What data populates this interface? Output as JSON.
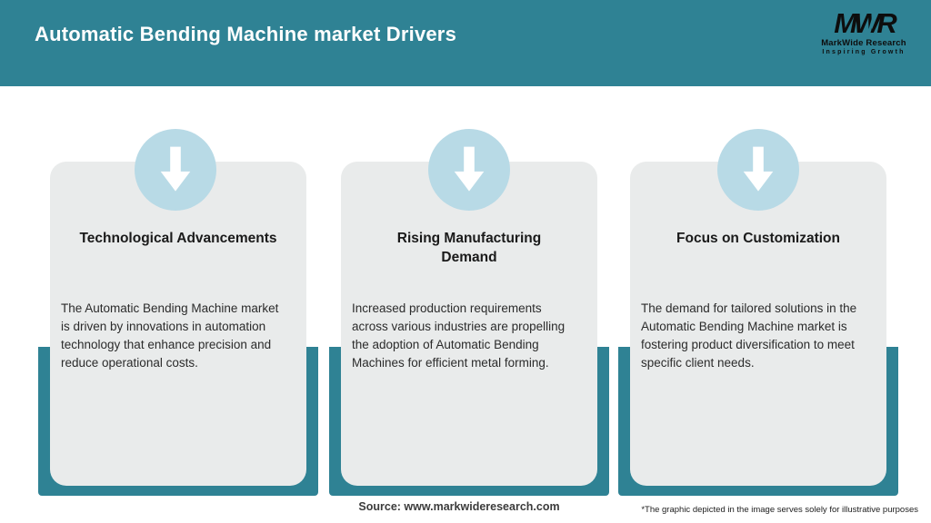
{
  "header": {
    "title": "Automatic Bending Machine market Drivers"
  },
  "logo": {
    "monogram": "MWR",
    "name": "MarkWide Research",
    "tagline": "Inspiring Growth"
  },
  "cards": [
    {
      "title": "Technological Advancements",
      "description": "The Automatic Bending Machine market is driven by innovations in automation technology that enhance precision and reduce operational costs.",
      "icon": "arrow-down-icon"
    },
    {
      "title": "Rising Manufacturing\nDemand",
      "description": "Increased production requirements across various industries are propelling the adoption of Automatic Bending Machines for efficient metal forming.",
      "icon": "arrow-down-icon"
    },
    {
      "title": "Focus on Customization",
      "description": "The demand for tailored solutions in the Automatic Bending Machine market is fostering product diversification to meet specific client needs.",
      "icon": "arrow-down-icon"
    }
  ],
  "footer": {
    "source": "Source: www.markwideresearch.com",
    "disclaimer": "*The graphic depicted in the image serves solely for illustrative purposes"
  },
  "colors": {
    "teal": "#2f8294",
    "light_blue": "#b8dae6",
    "card_bg": "#e9ebeb",
    "title_text": "#ffffff",
    "body_text": "#2b2b2b"
  }
}
